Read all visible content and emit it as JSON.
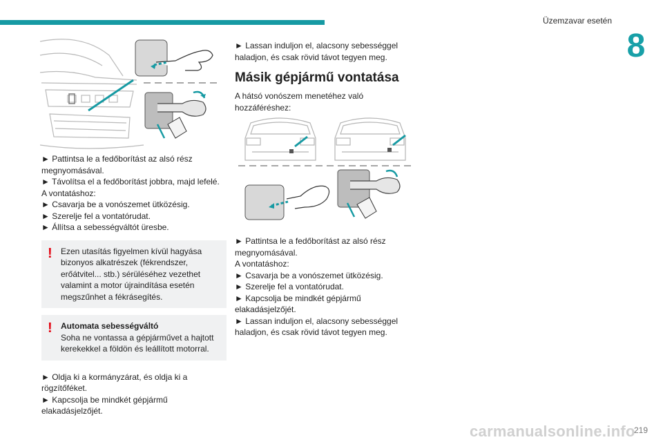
{
  "header": {
    "chapter_title": "Üzemzavar esetén",
    "chapter_number": "8"
  },
  "page_number": "219",
  "watermark": "carmanualsonline.info",
  "left_column": {
    "steps_a": [
      "► Pattintsa le a fedőborítást az alsó rész megnyomásával.",
      "► Távolítsa el a fedőborítást jobbra, majd lefelé.",
      "A vontatáshoz:",
      "► Csavarja be a vonószemet ütközésig.",
      "► Szerelje fel a vontatórudat.",
      "► Állítsa a sebességváltót üresbe."
    ],
    "warning1": "Ezen utasítás figyelmen kívül hagyása bizonyos alkatrészek (fékrendszer, erőátvitel... stb.) sérüléséhez vezethet valamint a motor újraindítása esetén megszűnhet a fékrásegítés.",
    "warning2_title": "Automata sebességváltó",
    "warning2_body": "Soha ne vontassa a gépjárművet a hajtott kerekekkel a földön és leállított motorral.",
    "steps_b": [
      "► Oldja ki a kormányzárat, és oldja ki a rögzítőféket.",
      "► Kapcsolja be mindkét gépjármű elakadásjelzőjét."
    ]
  },
  "right_column": {
    "intro": "► Lassan induljon el, alacsony sebességgel haladjon, és csak rövid távot tegyen meg.",
    "heading": "Másik gépjármű vontatása",
    "lead": "A hátsó vonószem menetéhez való hozzáféréshez:",
    "steps": [
      "► Pattintsa le a fedőborítást az alsó rész megnyomásával.",
      "A vontatáshoz:",
      "► Csavarja be a vonószemet ütközésig.",
      "► Szerelje fel a vontatórudat.",
      "► Kapcsolja be mindkét gépjármű elakadásjelzőjét.",
      "► Lassan induljon el, alacsony sebességgel haladjon, és csak rövid távot tegyen meg."
    ]
  },
  "colors": {
    "accent": "#169aa3",
    "warning": "#e30613"
  }
}
